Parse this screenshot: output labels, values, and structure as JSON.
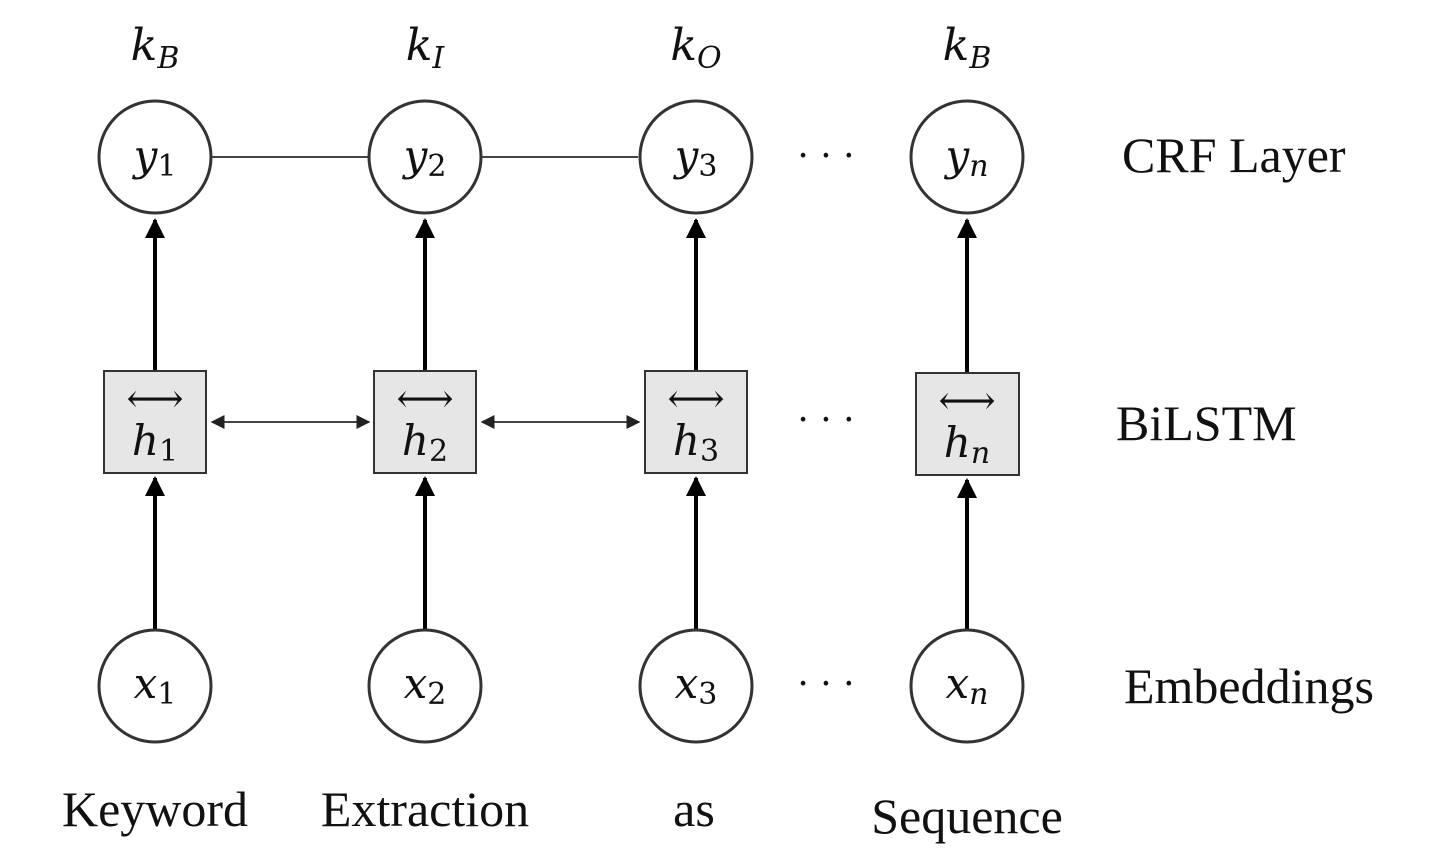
{
  "labels": {
    "k": [
      {
        "base": "k",
        "sub": "B"
      },
      {
        "base": "k",
        "sub": "I"
      },
      {
        "base": "k",
        "sub": "O"
      },
      {
        "base": "k",
        "sub": "B"
      }
    ],
    "y": [
      {
        "base": "y",
        "sub": "1"
      },
      {
        "base": "y",
        "sub": "2"
      },
      {
        "base": "y",
        "sub": "3"
      },
      {
        "base": "y",
        "sub": "n"
      }
    ],
    "h": [
      {
        "base": "h",
        "sub": "1",
        "arrow": "⟷"
      },
      {
        "base": "h",
        "sub": "2",
        "arrow": "⟷"
      },
      {
        "base": "h",
        "sub": "3",
        "arrow": "⟷"
      },
      {
        "base": "h",
        "sub": "n",
        "arrow": "⟷"
      }
    ],
    "x": [
      {
        "base": "x",
        "sub": "1"
      },
      {
        "base": "x",
        "sub": "2"
      },
      {
        "base": "x",
        "sub": "3"
      },
      {
        "base": "x",
        "sub": "n"
      }
    ],
    "words": [
      "Keyword",
      "Extraction",
      "as",
      "Sequence"
    ],
    "ellipsis": "· · ·"
  },
  "layers": {
    "crf": "CRF Layer",
    "bilstm": "BiLSTM",
    "embeddings": "Embeddings"
  }
}
